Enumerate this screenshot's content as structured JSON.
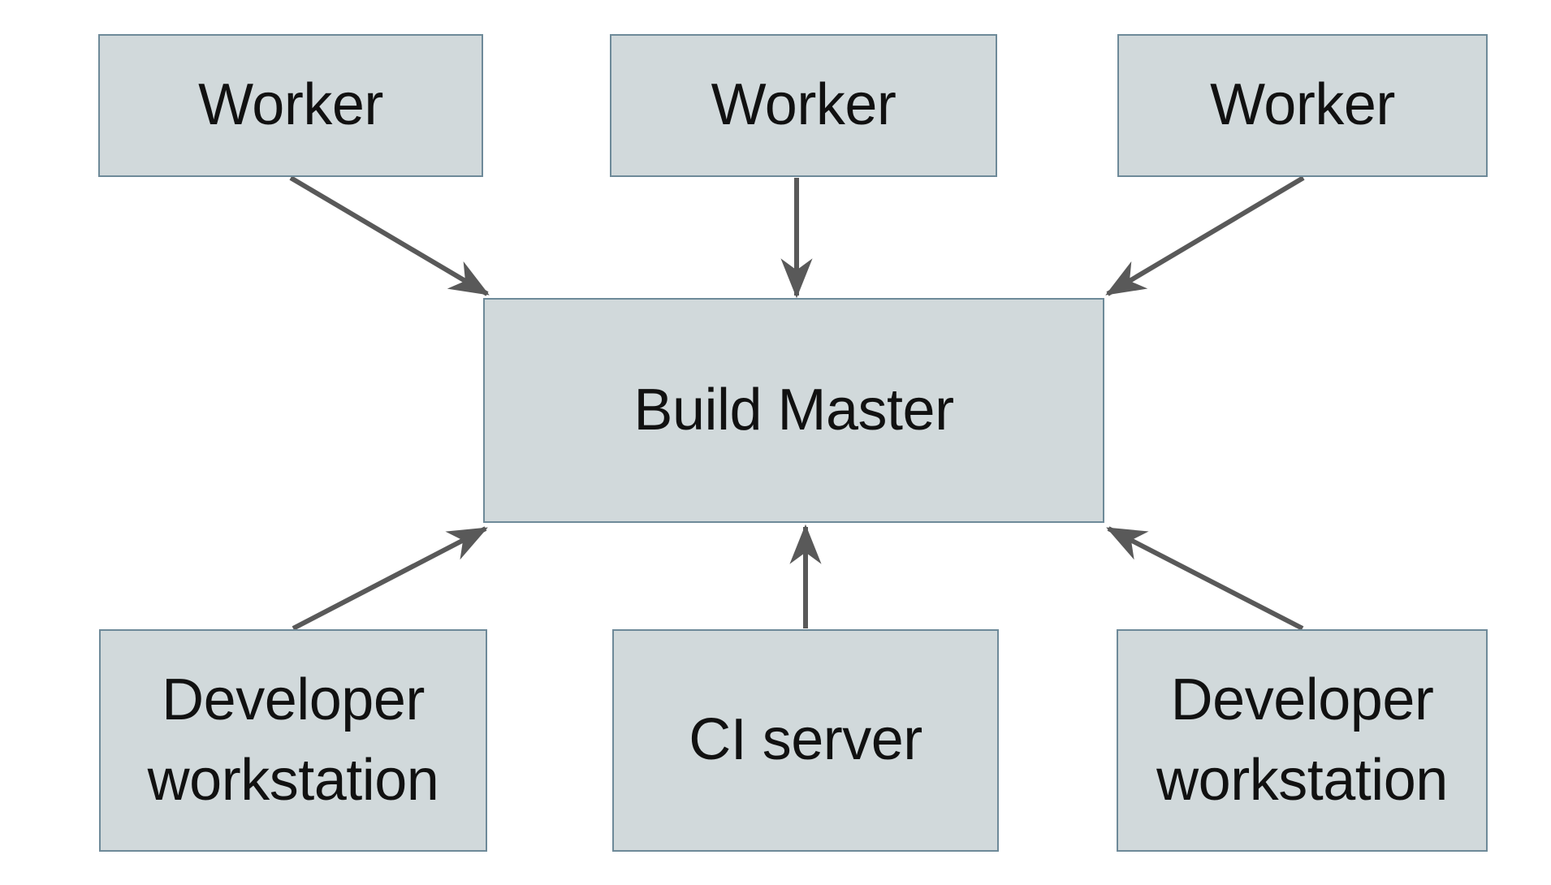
{
  "diagram": {
    "type": "architecture-diagram",
    "nodes": {
      "worker1": {
        "label": "Worker"
      },
      "worker2": {
        "label": "Worker"
      },
      "worker3": {
        "label": "Worker"
      },
      "build_master": {
        "label": "Build Master"
      },
      "dev_left": {
        "label": "Developer workstation"
      },
      "ci_server": {
        "label": "CI server"
      },
      "dev_right": {
        "label": "Developer workstation"
      }
    },
    "edges": [
      {
        "from": "worker1",
        "to": "build_master",
        "arrowhead": "at-build-master"
      },
      {
        "from": "worker2",
        "to": "build_master",
        "arrowhead": "at-build-master"
      },
      {
        "from": "worker3",
        "to": "build_master",
        "arrowhead": "at-build-master"
      },
      {
        "from": "dev_left",
        "to": "build_master",
        "arrowhead": "at-build-master"
      },
      {
        "from": "ci_server",
        "to": "build_master",
        "arrowhead": "at-build-master"
      },
      {
        "from": "dev_right",
        "to": "build_master",
        "arrowhead": "at-build-master"
      }
    ],
    "colors": {
      "background": "#ffffff",
      "node_fill": "#d1d9db",
      "node_border": "#6e8a99",
      "arrow": "#595959",
      "text": "#111111"
    }
  }
}
